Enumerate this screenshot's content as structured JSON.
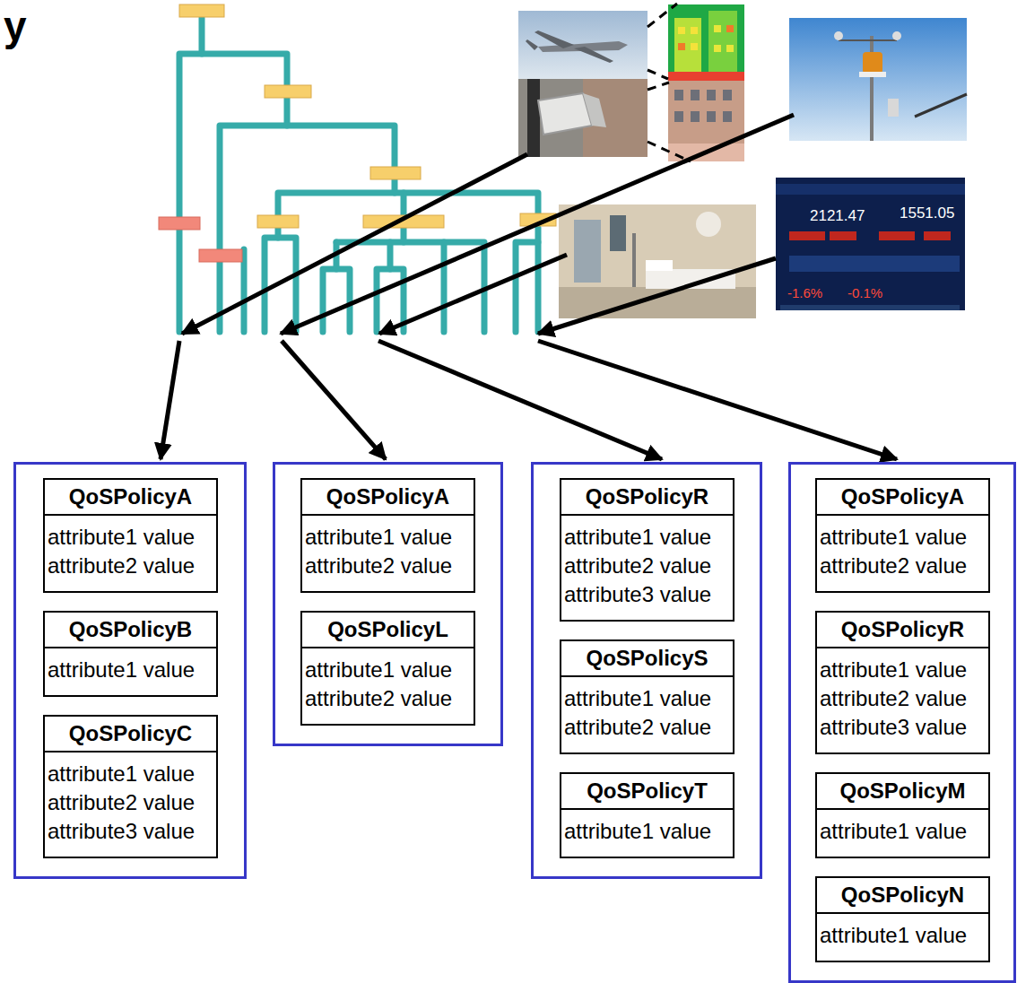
{
  "diagram": {
    "nodes": [
      {
        "text": []
      },
      {
        "text": [
          "QoSPolicyA",
          "attribute1 value",
          "attribute2 value"
        ],
        "in": 0
      },
      {
        "text": [
          "QoSPolicyB",
          "attribute1 value"
        ],
        "in": 0
      },
      {
        "text": [
          "QoSPolicyC",
          "attribute1 value",
          "attribute2 value",
          "attribute3 value"
        ],
        "in": 0
      },
      {
        "text": []
      },
      {
        "text": [
          "QoSPolicyA",
          "attribute1 value",
          "attribute2 value"
        ],
        "in": 4
      },
      {
        "text": [
          "QoSPolicyL",
          "attribute1 value",
          "attribute2 value"
        ],
        "in": 4
      },
      {
        "text": []
      },
      {
        "text": [
          "QoSPolicyR",
          "attribute1 value",
          "attribute2 value",
          "attribute3 value"
        ],
        "in": 7
      },
      {
        "text": [
          "QoSPolicyS",
          "attribute1 value",
          "attribute2 value"
        ],
        "in": 7
      },
      {
        "text": [
          "QoSPolicyT",
          "attribute1 value"
        ],
        "in": 7
      },
      {
        "text": []
      },
      {
        "text": [
          "QoSPolicyA",
          "attribute1 value",
          "attribute2 value"
        ],
        "in": 11
      },
      {
        "text": [
          "QoSPolicyR",
          "attribute1 value",
          "attribute2 value",
          "attribute3 value"
        ],
        "in": 11
      },
      {
        "text": [
          "QoSPolicyM",
          "attribute1 value"
        ],
        "in": 11
      },
      {
        "text": [
          "QoSPolicyN",
          "attribute1 value"
        ],
        "in": 11
      }
    ],
    "labels": [
      "y",
      "2121.47",
      "1551.05",
      "-1.6%",
      "-0.1%"
    ]
  }
}
